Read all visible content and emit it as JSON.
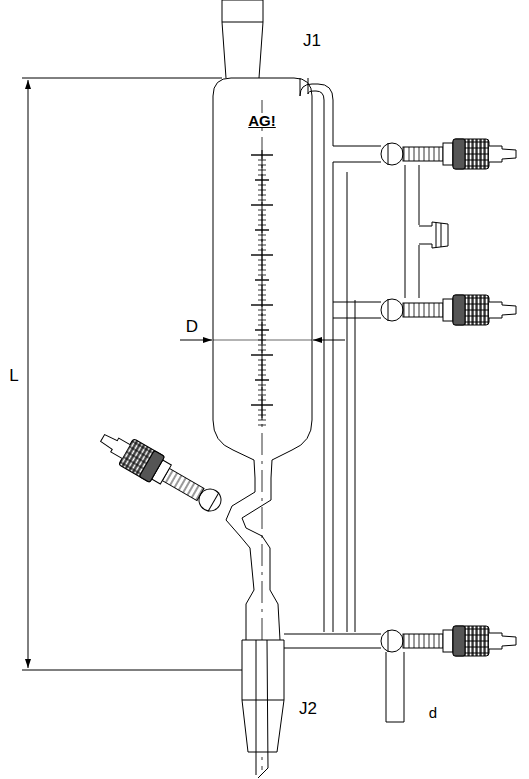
{
  "diagram": {
    "labels": [
      "J1",
      "AG!",
      "D",
      "L",
      "J2",
      "d"
    ]
  }
}
